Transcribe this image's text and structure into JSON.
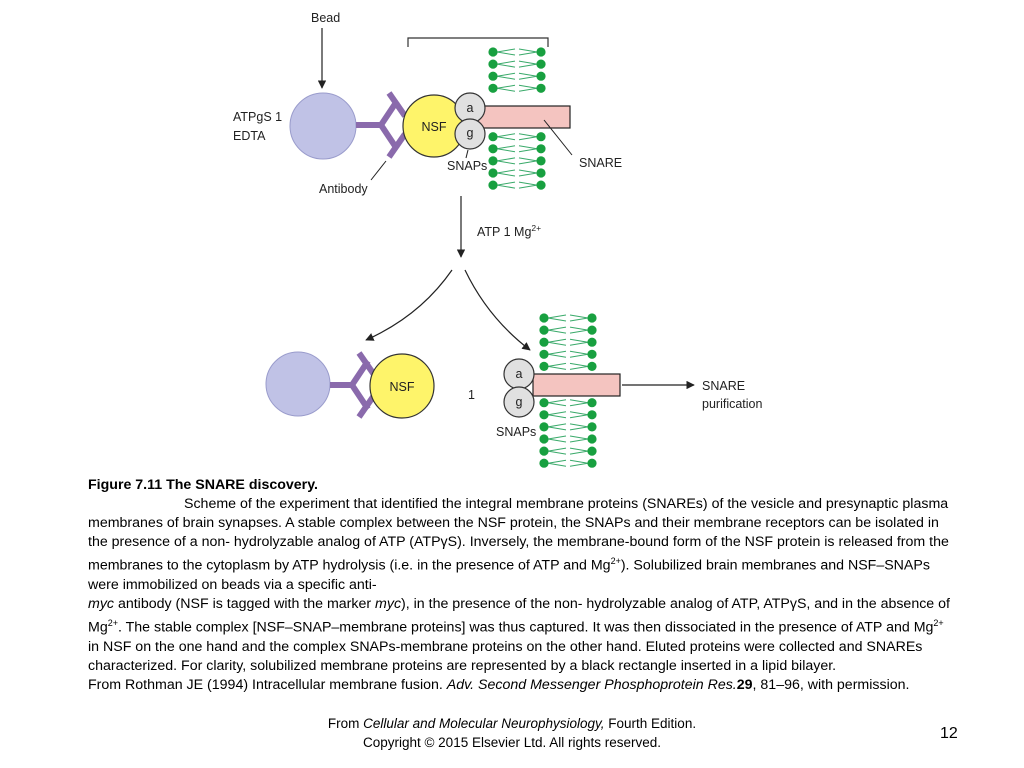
{
  "diagram": {
    "top": {
      "bead": "Bead",
      "condition_1": "ATPgS 1",
      "condition_2": "EDTA",
      "nsf": "NSF",
      "alpha": "a",
      "gamma": "g",
      "snaps": "SNAPs",
      "snare": "SNARE",
      "antibody": "Antibody"
    },
    "step": {
      "text": "ATP 1 Mg",
      "sup": "2+"
    },
    "bottom_left": {
      "nsf": "NSF"
    },
    "plus": "1",
    "bottom_right": {
      "alpha": "a",
      "gamma": "g",
      "snaps": "SNAPs",
      "snare_line1": "SNARE",
      "snare_line2": "purification"
    },
    "colors": {
      "bead": "#c0c2e6",
      "antibody": "#8a6aac",
      "nsf": "#fef46a",
      "snap": "#e0e0e0",
      "snare_rect": "#f4c4c0",
      "lipid_head": "#18a040",
      "lipid_tail": "#3aaa6a"
    }
  },
  "caption": {
    "title": "Figure 7.11 The SNARE discovery.",
    "p1_a": "Scheme of the experiment that identified the integral membrane proteins (SNAREs) of the vesicle and presynaptic plasma membranes of brain synapses. A stable complex between the NSF protein, the SNAPs and their membrane receptors can be isolated in the presence of a non- hydrolyzable analog of ATP (ATPγS). Inversely, the membrane-bound form of the NSF protein is released from the membranes to the cytoplasm by ATP hydrolysis (i.e. in the presence of ATP and Mg",
    "p1_sup1": "2+",
    "p1_b": "). Solubilized brain membranes and NSF–SNAPs were immobilized on beads via a specific anti-",
    "p1_myc1": "myc",
    "p1_c": " antibody (NSF is tagged with the marker ",
    "p1_myc2": "myc",
    "p1_d": "), in the presence of the non- hydrolyzable analog of ATP, ATPγS, and in the absence of Mg",
    "p1_sup2": "2+",
    "p1_e": ". The stable complex [NSF–SNAP–membrane proteins] was thus captured. It was then dissociated in the presence of ATP and Mg",
    "p1_sup3": "2+",
    "p1_f": " in NSF on the one hand and the complex SNAPs-membrane proteins on the other hand. Eluted proteins were collected and SNAREs characterized. For clarity, solubilized membrane proteins are represented by a black rectangle inserted in a lipid bilayer.",
    "p2_a": "From Rothman JE (1994) Intracellular membrane fusion. ",
    "p2_journal": "Adv. Second Messenger Phosphoprotein Res.",
    "p2_vol": "29",
    "p2_b": ", 81–96, with permission."
  },
  "footer": {
    "line1_a": "From ",
    "line1_book": "Cellular and Molecular Neurophysiology,",
    "line1_b": " Fourth Edition.",
    "line2": "Copyright © 2015 Elsevier Ltd. All rights reserved."
  },
  "page_number": "12"
}
